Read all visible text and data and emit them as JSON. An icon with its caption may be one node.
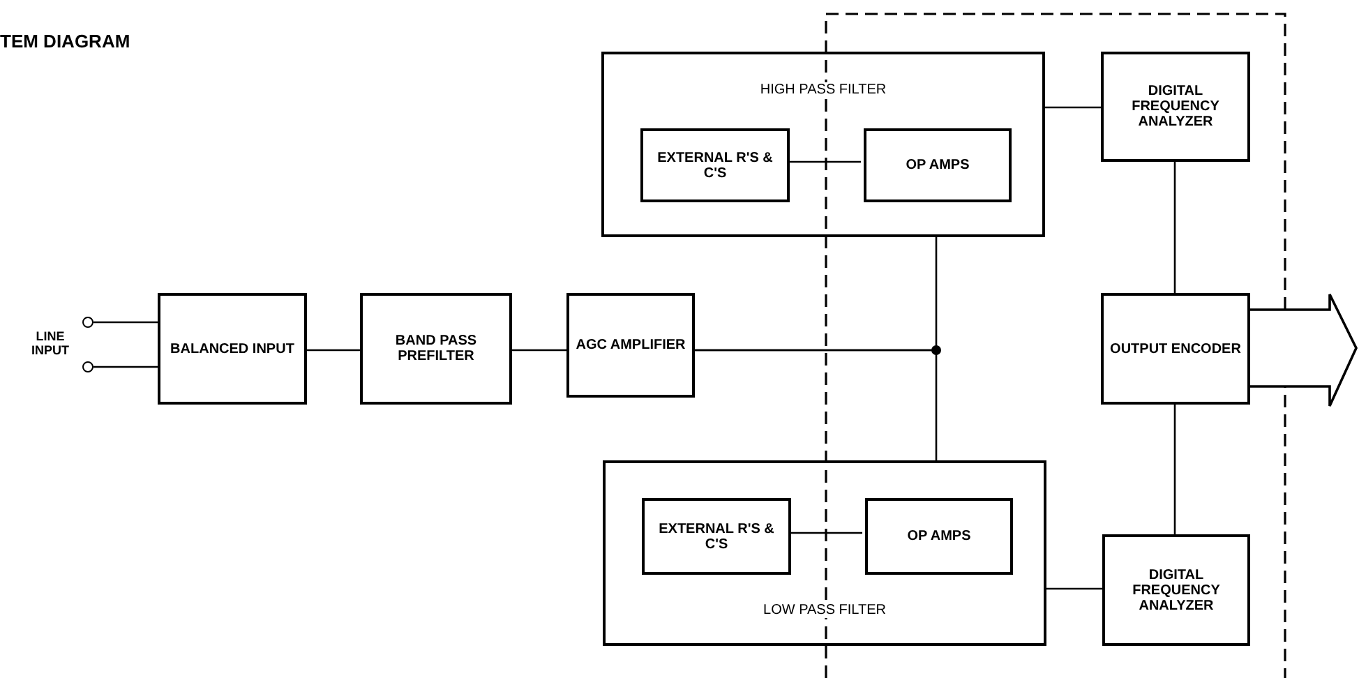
{
  "diagram": {
    "title": "TEM DIAGRAM",
    "nodes": [
      {
        "text": [],
        "shape": "circle"
      },
      {
        "text": [],
        "shape": "circle"
      },
      {
        "text": [
          "BALANCED INPUT"
        ]
      },
      {
        "text": [
          "BAND PASS PREFILTER"
        ]
      },
      {
        "text": [
          "AGC AMPLIFIER"
        ]
      },
      {
        "text": [
          "HIGH PASS FILTER"
        ]
      },
      {
        "text": [
          "EXTERNAL R'S & C'S"
        ],
        "in": 5
      },
      {
        "text": [
          "OP AMPS"
        ],
        "in": 5
      },
      {
        "text": [
          "DIGITAL FREQUENCY ANALYZER"
        ]
      },
      {
        "text": [
          "OUTPUT ENCODER"
        ]
      },
      {
        "text": [
          "LOW PASS FILTER"
        ]
      },
      {
        "text": [
          "EXTERNAL R'S & C'S"
        ],
        "in": 10
      },
      {
        "text": [
          "OP AMPS"
        ],
        "in": 10
      },
      {
        "text": [
          "DIGITAL FREQUENCY ANALYZER"
        ]
      }
    ],
    "edges": [
      {
        "from": 0,
        "to": 2,
        "arrow": "none"
      },
      {
        "from": 1,
        "to": 2,
        "arrow": "none"
      },
      {
        "from": 2,
        "to": 3,
        "arrow": "none"
      },
      {
        "from": 3,
        "to": 4,
        "arrow": "none"
      },
      {
        "from": 4,
        "to": 5,
        "arrow": "none"
      },
      {
        "from": 4,
        "to": 10,
        "arrow": "none"
      },
      {
        "from": 6,
        "to": 7,
        "arrow": "none"
      },
      {
        "from": 5,
        "to": 8,
        "arrow": "none"
      },
      {
        "from": 8,
        "to": 9,
        "arrow": "none"
      },
      {
        "from": 9,
        "to": 13,
        "arrow": "none"
      },
      {
        "from": 10,
        "to": 13,
        "arrow": "none"
      },
      {
        "from": 11,
        "to": 12,
        "arrow": "none"
      },
      {
        "from": 9,
        "to": null,
        "arrow": "to",
        "style": "thick"
      }
    ],
    "labels": [
      "LINE INPUT"
    ]
  }
}
